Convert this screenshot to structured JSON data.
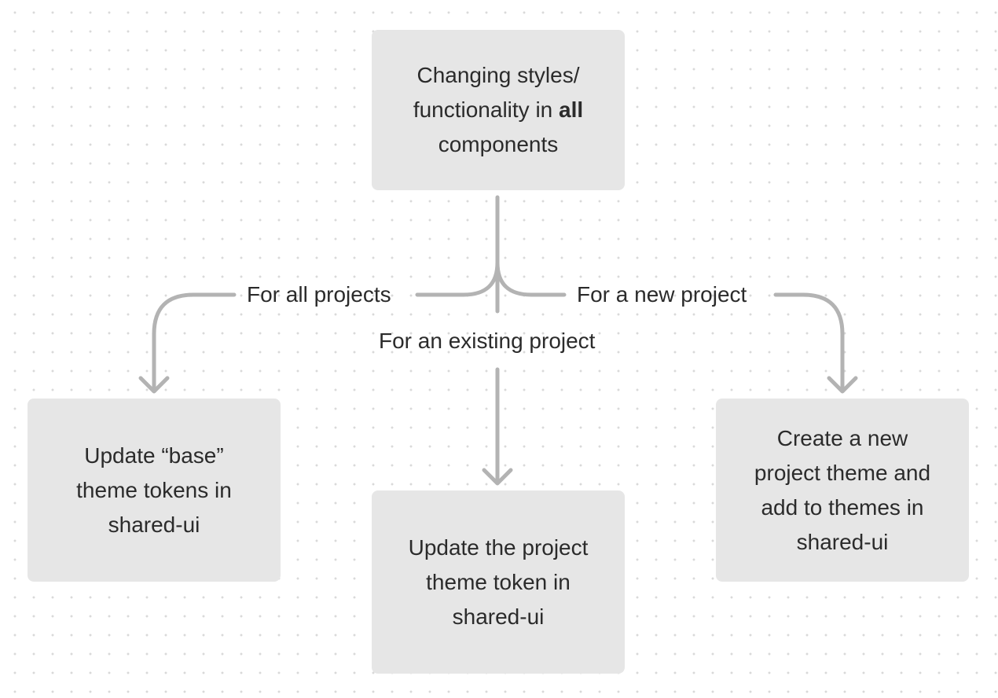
{
  "diagram": {
    "nodes": {
      "top": {
        "line1": "Changing styles/",
        "line2_prefix": "functionality in",
        "line2_emphasis": "all",
        "line3": "components"
      },
      "left": {
        "line1": "Update “base”",
        "line2": "theme tokens in",
        "line3": "shared-ui"
      },
      "center": {
        "line1": "Update the project",
        "line2": "theme token in",
        "line3": "shared-ui"
      },
      "right": {
        "line1": "Create a new",
        "line2": "project theme and",
        "line3": "add to themes in",
        "line4": "shared-ui"
      }
    },
    "edges": {
      "all_projects": "For all projects",
      "new_project": "For a new project",
      "existing_project": "For an existing project"
    }
  },
  "colors": {
    "node_fill": "#e6e6e6",
    "connector": "#b3b3b3",
    "text": "#2b2b2b",
    "canvas_dot": "#d9d9d9"
  }
}
